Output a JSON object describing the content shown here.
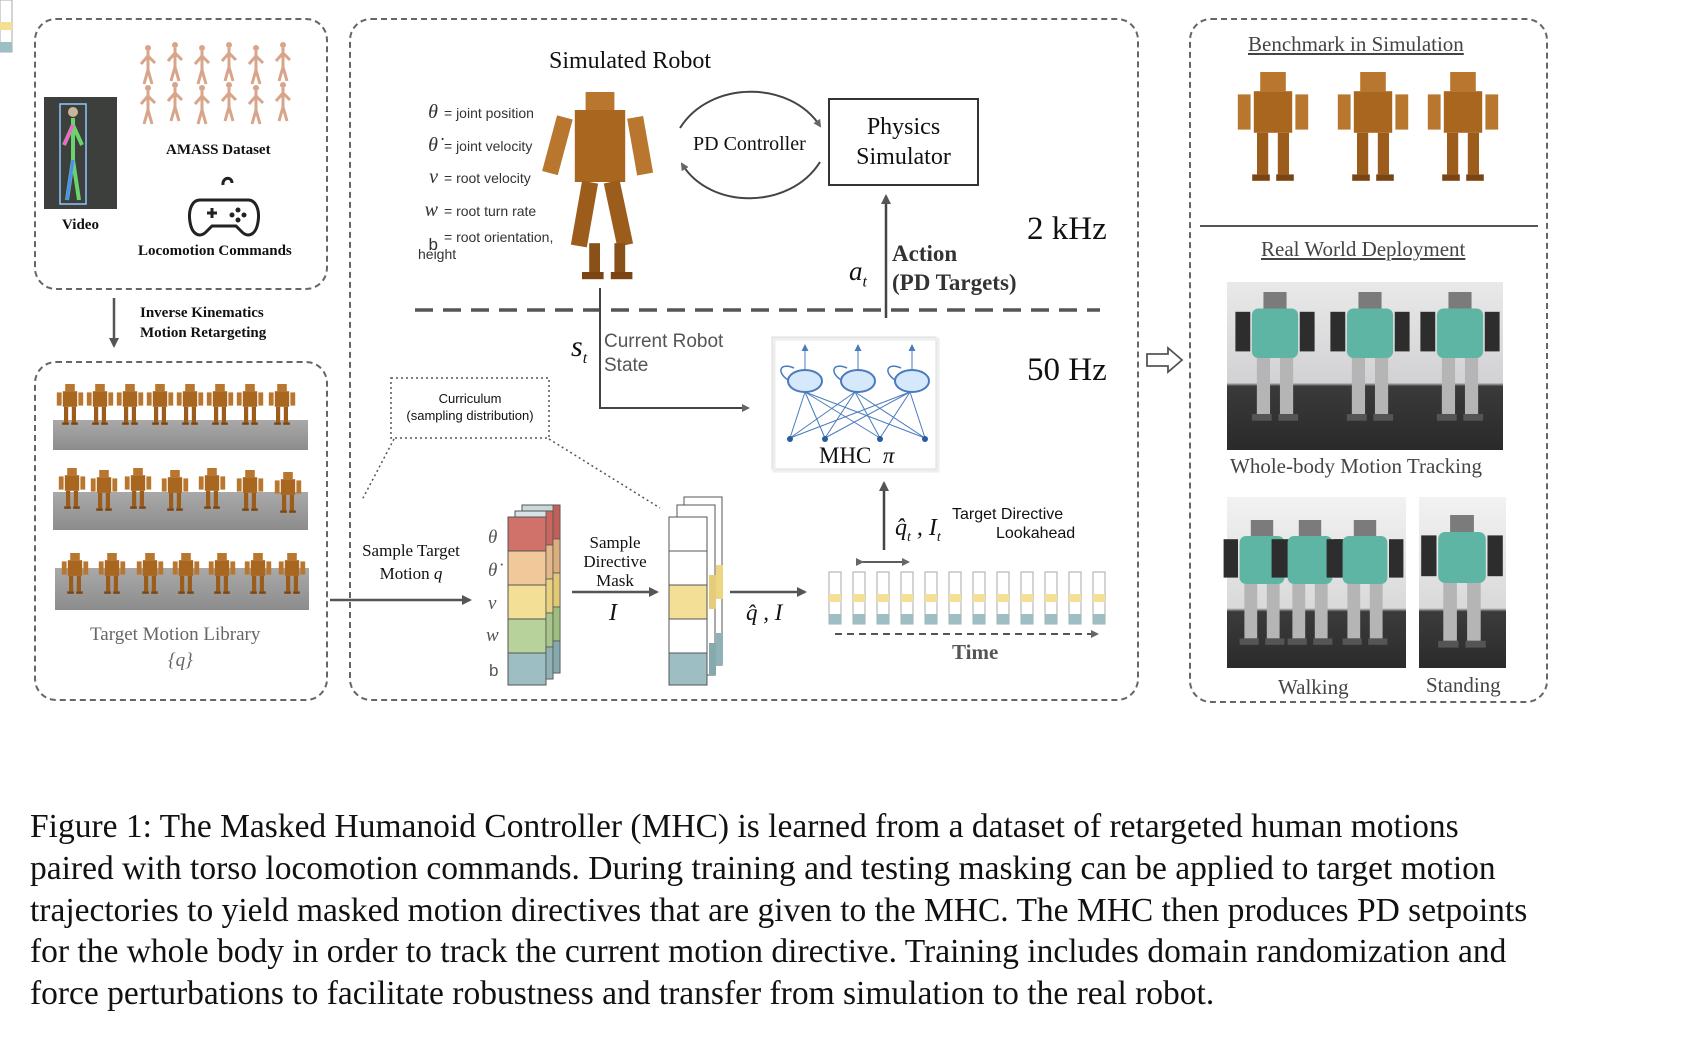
{
  "figure": {
    "left_panel": {
      "video_label": "Video",
      "amass_label": "AMASS Dataset",
      "locomotion_label": "Locomotion Commands",
      "ik_label_line1": "Inverse Kinematics",
      "ik_label_line2": "Motion Retargeting",
      "library_label": "Target Motion Library",
      "library_symbol": "{q}"
    },
    "center_panel": {
      "simulated_robot": "Simulated Robot",
      "legend": [
        {
          "symbol": "θ",
          "text": "= joint position"
        },
        {
          "symbol": "θ̇",
          "text": "= joint velocity"
        },
        {
          "symbol": "v",
          "text": "= root velocity"
        },
        {
          "symbol": "w",
          "text": "= root turn rate"
        },
        {
          "symbol": "b",
          "text": "= root orientation,"
        }
      ],
      "legend_b_line2": "height",
      "pd_controller": "PD Controller",
      "physics_line1": "Physics",
      "physics_line2": "Simulator",
      "freq_high": "2 kHz",
      "freq_low": "50 Hz",
      "action_line1": "Action",
      "action_line2": "(PD Targets)",
      "action_symbol": "a",
      "action_sub": "t",
      "state_symbol": "s",
      "state_sub": "t",
      "state_line1": "Current Robot",
      "state_line2": "State",
      "mhc_label": "MHC",
      "pi_symbol": "π",
      "curriculum_line1": "Curriculum",
      "curriculum_line2": "(sampling distribution)",
      "sample_target_line1": "Sample Target",
      "sample_target_line2": "Motion",
      "sample_target_symbol": "q",
      "stack_labels": [
        "θ",
        "θ̇",
        "v",
        "w",
        "b"
      ],
      "sample_directive_line1": "Sample",
      "sample_directive_line2": "Directive",
      "sample_directive_line3": "Mask",
      "mask_symbol": "I",
      "qhat_I": "q̂ , I",
      "qhat_t_I_t": "q̂",
      "target_directive_line1": "Target Directive",
      "target_directive_line2": "Lookahead",
      "time_label": "Time"
    },
    "right_panel": {
      "benchmark_title": "Benchmark in Simulation",
      "real_world_title": "Real World Deployment",
      "tracking_label": "Whole-body Motion Tracking",
      "walking_label": "Walking",
      "standing_label": "Standing"
    },
    "colors": {
      "red": "#d0716a",
      "orange": "#f1c89a",
      "yellow": "#f4df96",
      "green": "#b7d39b",
      "blue": "#9dbfc4",
      "robot": "#b9762e",
      "teal": "#5fb5a3"
    }
  },
  "caption": {
    "lines": [
      "Figure 1:  The Masked Humanoid Controller (MHC) is learned from a dataset of retargeted human motions",
      "paired with torso locomotion commands. During training and testing masking can be applied to target motion",
      "trajectories to yield masked motion directives that are given to the MHC. The MHC then produces PD setpoints",
      "for the whole body in order to track the current motion directive. Training includes domain randomization and",
      "force perturbations to facilitate robustness and transfer from simulation to the real robot."
    ]
  }
}
